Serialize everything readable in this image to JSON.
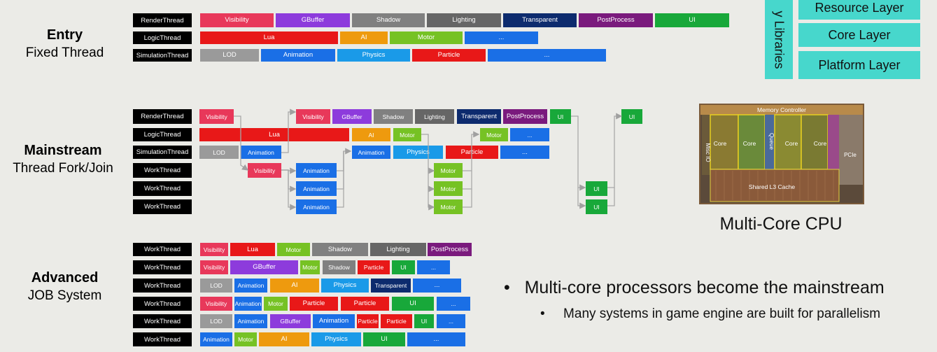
{
  "colors": {
    "Visibility": "#e8385a",
    "GBuffer": "#8d3bdc",
    "Shadow": "#808080",
    "Lighting": "#666666",
    "Transparent": "#0d2b6e",
    "PostProcess": "#7a1a7d",
    "UI": "#18a83a",
    "Lua": "#e81818",
    "AI": "#ee9a0e",
    "Motor": "#76c224",
    "Ellipsis": "#1a6fe6",
    "LOD": "#9a9a9a",
    "Animation": "#1a6fe6",
    "Physics": "#1a9ae8",
    "Particle": "#e81818"
  },
  "sections": {
    "entry": {
      "title": "Entry",
      "subtitle": "Fixed Thread"
    },
    "mainstream": {
      "title": "Mainstream",
      "subtitle": "Thread Fork/Join"
    },
    "advanced": {
      "title": "Advanced",
      "subtitle": "JOB System"
    }
  },
  "layers": {
    "items": [
      "Resource Layer",
      "Core Layer",
      "Platform Layer"
    ],
    "vertical_label": "y Libraries"
  },
  "cpu": {
    "caption": "Multi-Core CPU",
    "labels": {
      "memory_controller": "Memory Controller",
      "core": "Core",
      "queue": "Queue",
      "misc_io": "Misc IO",
      "pcie": "PCIe",
      "l3": "Shared L3 Cache"
    }
  },
  "bullets": {
    "main": "Multi-core processors become the mainstream",
    "sub": "Many systems in game engine are built for parallelism"
  },
  "entry_rows": [
    {
      "label": "RenderThread",
      "blocks": [
        [
          "Visibility",
          "Visibility"
        ],
        [
          "GBuffer",
          "GBuffer"
        ],
        [
          "Shadow",
          "Shadow"
        ],
        [
          "Lighting",
          "Lighting"
        ],
        [
          "Transparent",
          "Transparent"
        ],
        [
          "PostProcess",
          "PostProcess"
        ],
        [
          "UI",
          "UI"
        ]
      ]
    },
    {
      "label": "LogicThread",
      "blocks": [
        [
          "Lua",
          "Lua"
        ],
        [
          "AI",
          "AI"
        ],
        [
          "Motor",
          "Motor"
        ],
        [
          "...",
          "Ellipsis"
        ]
      ]
    },
    {
      "label": "SimulationThread",
      "blocks": [
        [
          "LOD",
          "LOD"
        ],
        [
          "Animation",
          "Animation"
        ],
        [
          "Physics",
          "Physics"
        ],
        [
          "Particle",
          "Particle"
        ],
        [
          "...",
          "Ellipsis"
        ]
      ]
    }
  ],
  "main_rows": [
    {
      "label": "RenderThread",
      "blocks": [
        [
          "Visibility",
          "Visibility"
        ],
        [
          "Visibility",
          "Visibility"
        ],
        [
          "GBuffer",
          "GBuffer"
        ],
        [
          "Shadow",
          "Shadow"
        ],
        [
          "Lighting",
          "Lighting"
        ],
        [
          "Transparent",
          "Transparent"
        ],
        [
          "PostProcess",
          "PostProcess"
        ],
        [
          "UI",
          "UI"
        ],
        [
          "UI",
          "UI"
        ]
      ]
    },
    {
      "label": "LogicThread",
      "blocks": [
        [
          "Lua",
          "Lua"
        ],
        [
          "AI",
          "AI"
        ],
        [
          "Motor",
          "Motor"
        ],
        [
          "Motor",
          "Motor"
        ],
        [
          "...",
          "Ellipsis"
        ]
      ]
    },
    {
      "label": "SimulationThread",
      "blocks": [
        [
          "LOD",
          "LOD"
        ],
        [
          "Animation",
          "Animation"
        ],
        [
          "Animation",
          "Animation"
        ],
        [
          "Physics",
          "Physics"
        ],
        [
          "Particle",
          "Particle"
        ],
        [
          "...",
          "Ellipsis"
        ]
      ]
    },
    {
      "label": "WorkThread",
      "blocks": [
        [
          "Visibility",
          "Visibility"
        ],
        [
          "Animation",
          "Animation"
        ],
        [
          "Motor",
          "Motor"
        ]
      ]
    },
    {
      "label": "WorkThread",
      "blocks": [
        [
          "Animation",
          "Animation"
        ],
        [
          "Motor",
          "Motor"
        ],
        [
          "UI",
          "UI"
        ]
      ]
    },
    {
      "label": "WorkThread",
      "blocks": [
        [
          "Animation",
          "Animation"
        ],
        [
          "Motor",
          "Motor"
        ],
        [
          "UI",
          "UI"
        ]
      ]
    }
  ],
  "adv_rows": [
    {
      "label": "WorkThread",
      "blocks": [
        [
          "Visibility",
          "Visibility"
        ],
        [
          "Lua",
          "Lua"
        ],
        [
          "Motor",
          "Motor"
        ],
        [
          "Shadow",
          "Shadow"
        ],
        [
          "Lighting",
          "Lighting"
        ],
        [
          "PostProcess",
          "PostProcess"
        ]
      ]
    },
    {
      "label": "WorkThread",
      "blocks": [
        [
          "Visibility",
          "Visibility"
        ],
        [
          "GBuffer",
          "GBuffer"
        ],
        [
          "Motor",
          "Motor"
        ],
        [
          "Shadow",
          "Shadow"
        ],
        [
          "Particle",
          "Particle"
        ],
        [
          "UI",
          "UI"
        ],
        [
          "...",
          "Ellipsis"
        ]
      ]
    },
    {
      "label": "WorkThread",
      "blocks": [
        [
          "LOD",
          "LOD"
        ],
        [
          "Animation",
          "Animation"
        ],
        [
          "AI",
          "AI"
        ],
        [
          "Physics",
          "Physics"
        ],
        [
          "Transparent",
          "Transparent"
        ],
        [
          "...",
          "Ellipsis"
        ]
      ]
    },
    {
      "label": "WorkThread",
      "blocks": [
        [
          "Visibility",
          "Visibility"
        ],
        [
          "Animation",
          "Animation"
        ],
        [
          "Motor",
          "Motor"
        ],
        [
          "Particle",
          "Particle"
        ],
        [
          "Particle",
          "Particle"
        ],
        [
          "UI",
          "UI"
        ],
        [
          "...",
          "Ellipsis"
        ]
      ]
    },
    {
      "label": "WorkThread",
      "blocks": [
        [
          "LOD",
          "LOD"
        ],
        [
          "Animation",
          "Animation"
        ],
        [
          "GBuffer",
          "GBuffer"
        ],
        [
          "Animation",
          "Animation"
        ],
        [
          "Particle",
          "Particle"
        ],
        [
          "Particle",
          "Particle"
        ],
        [
          "UI",
          "UI"
        ],
        [
          "...",
          "Ellipsis"
        ]
      ]
    },
    {
      "label": "WorkThread",
      "blocks": [
        [
          "Animation",
          "Animation"
        ],
        [
          "Motor",
          "Motor"
        ],
        [
          "AI",
          "AI"
        ],
        [
          "Physics",
          "Physics"
        ],
        [
          "UI",
          "UI"
        ],
        [
          "...",
          "Ellipsis"
        ]
      ]
    }
  ]
}
